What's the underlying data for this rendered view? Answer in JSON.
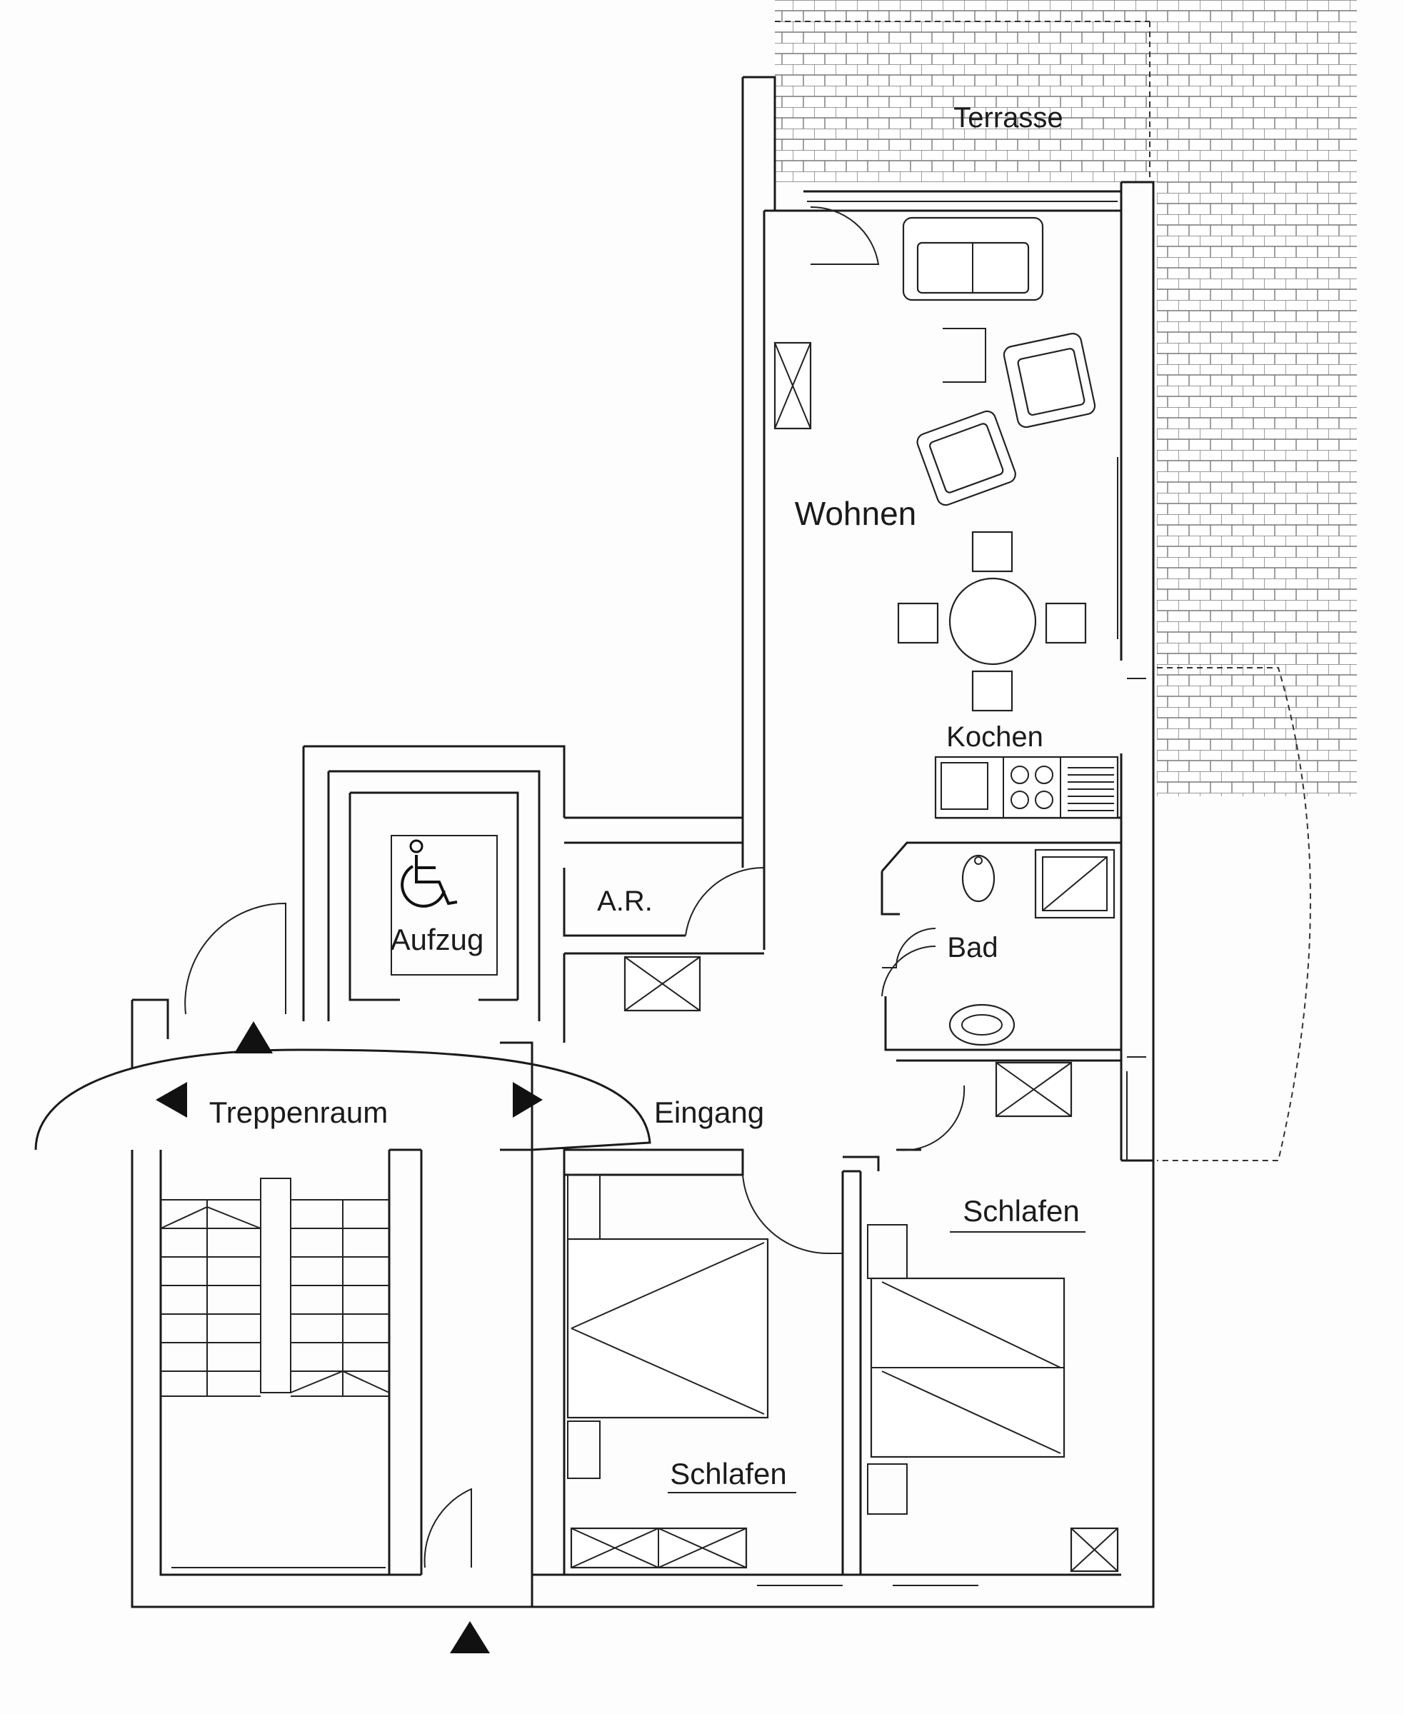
{
  "plan": {
    "rooms": {
      "terrasse": "Terrasse",
      "wohnen": "Wohnen",
      "kochen": "Kochen",
      "ar": "A.R.",
      "aufzug": "Aufzug",
      "bad": "Bad",
      "treppenraum": "Treppenraum",
      "eingang": "Eingang",
      "schlafen_right": "Schlafen",
      "schlafen_left": "Schlafen"
    },
    "icons": {
      "wheelchair": "wheelchair-icon",
      "direction_arrows": "direction-arrow-icon",
      "entrance_arrow": "entrance-arrow-icon"
    },
    "colors": {
      "line": "#1a1a1a",
      "paper": "#fdfdfd",
      "terrace_hatch": "#555555",
      "treppenraum_initial": "#8a1010"
    }
  }
}
